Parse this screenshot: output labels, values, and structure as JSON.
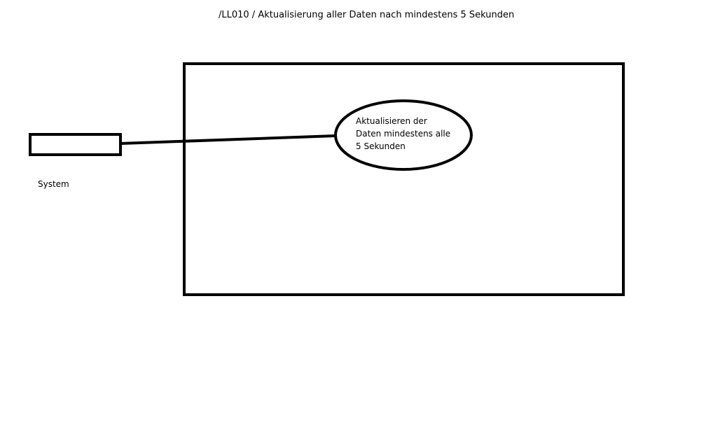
{
  "diagram": {
    "title": "/LL010 / Aktualisierung aller Daten nach mindestens 5 Sekunden",
    "actor": {
      "label": "System"
    },
    "use_case": {
      "label": "Aktualisieren der\nDaten mindestens alle\n5 Sekunden"
    }
  },
  "colors": {
    "stroke": "#000000",
    "background": "#ffffff"
  }
}
